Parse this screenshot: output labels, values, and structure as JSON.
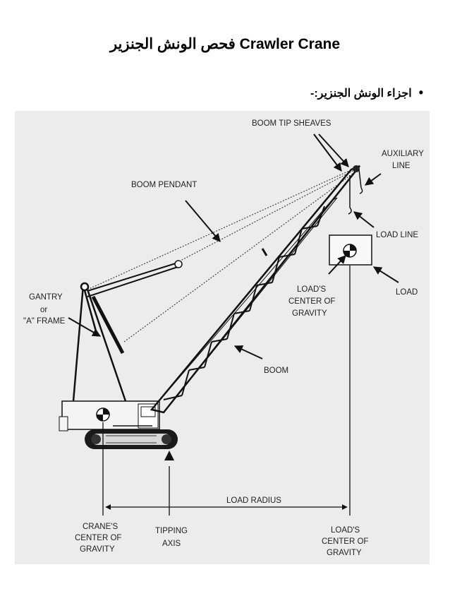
{
  "page": {
    "title": "فحص الونش الجنزير Crawler Crane",
    "bullet_text": "اجزاء الونش الجنزير:-"
  },
  "diagram": {
    "labels": {
      "boom_tip_sheaves": "BOOM TIP SHEAVES",
      "auxiliary_line_1": "AUXILIARY",
      "auxiliary_line_2": "LINE",
      "boom_pendant": "BOOM PENDANT",
      "load_line": "LOAD LINE",
      "load": "LOAD",
      "gantry_1": "GANTRY",
      "gantry_2": "or",
      "gantry_3": "\"A\" FRAME",
      "loads_cog_upper_1": "LOAD'S",
      "loads_cog_upper_2": "CENTER OF",
      "loads_cog_upper_3": "GRAVITY",
      "boom": "BOOM",
      "load_radius": "LOAD RADIUS",
      "cranes_cog_1": "CRANE'S",
      "cranes_cog_2": "CENTER OF",
      "cranes_cog_3": "GRAVITY",
      "tipping_axis_1": "TIPPING",
      "tipping_axis_2": "AXIS",
      "loads_cog_lower_1": "LOAD'S",
      "loads_cog_lower_2": "CENTER OF",
      "loads_cog_lower_3": "GRAVITY"
    }
  }
}
